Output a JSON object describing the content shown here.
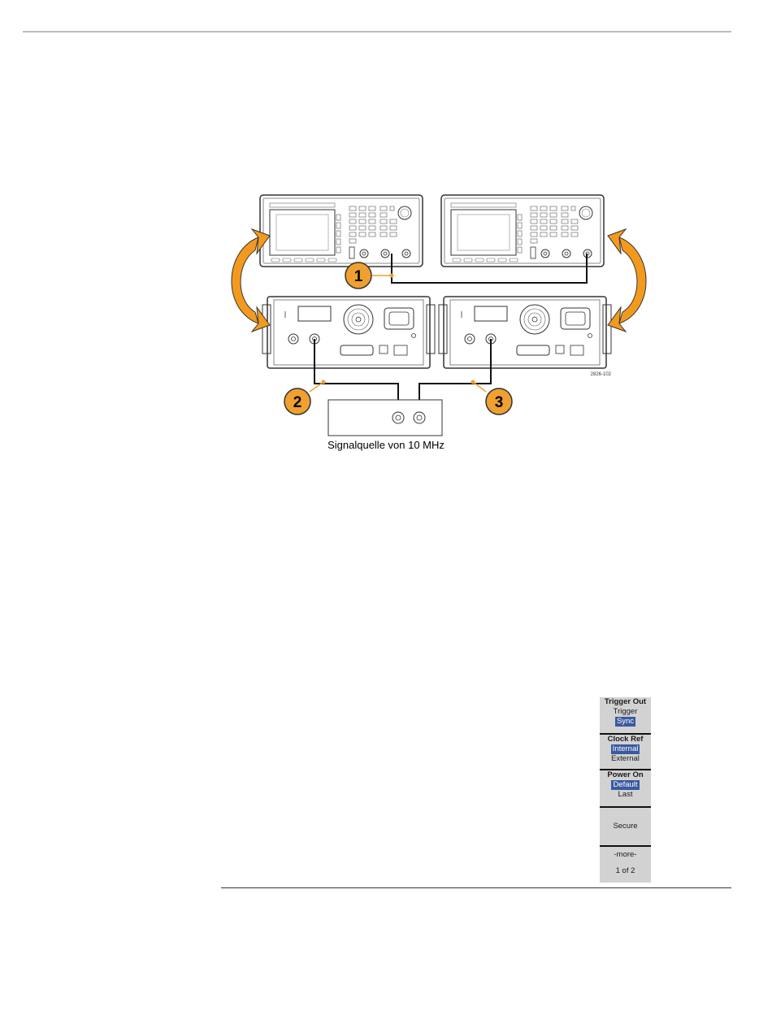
{
  "figure": {
    "callouts": [
      "1",
      "2",
      "3"
    ],
    "caption": "Signalquelle von 10 MHz",
    "part_number": "2826-102",
    "colors": {
      "callout": "#f0a030",
      "arrow": "#f39a1e",
      "device_outline": "#333333"
    }
  },
  "menu": {
    "trigger_out": {
      "title": "Trigger Out",
      "option1": "Trigger",
      "selected": "Sync"
    },
    "clock_ref": {
      "title": "Clock Ref",
      "selected": "Internal",
      "option2": "External"
    },
    "power_on": {
      "title": "Power On",
      "selected": "Default",
      "option2": "Last"
    },
    "secure": {
      "label": "Secure"
    },
    "more": {
      "label": "-more-",
      "page": "1 of 2"
    }
  }
}
